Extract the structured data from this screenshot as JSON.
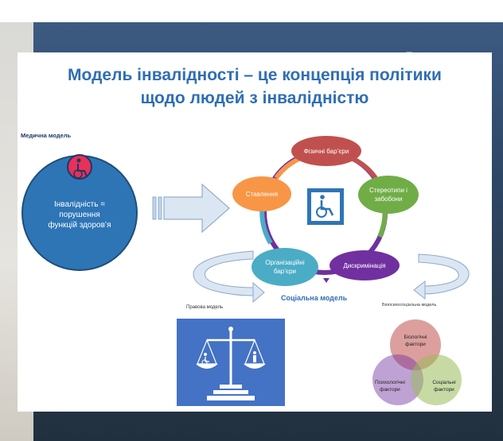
{
  "watermark": "Restream",
  "slide": {
    "title_line1": "Модель інвалідності – це концепція політики",
    "title_line2": "щодо людей з інвалідністю",
    "medical": {
      "label": "Медична модель",
      "circle_line1": "Інвалідність =",
      "circle_line2": "порушення",
      "circle_line3": "функцій здоров’я"
    },
    "social": {
      "label": "Соціальна модель",
      "nodes": {
        "physical_1": "Фізичні бар’єри",
        "stereotypes_1": "Стереотипи і",
        "stereotypes_2": "забобони",
        "discrimination_1": "Дискримінація",
        "organizational_1": "Організаційні",
        "organizational_2": "бар’єри",
        "attitude_1": "Ставлення"
      }
    },
    "legal_label": "Правова модель",
    "biopsycho_label": "Біопсихосоціальна модель",
    "venn": {
      "bio_1": "Біологічні",
      "bio_2": "фактори",
      "psy_1": "Психологічні",
      "psy_2": "фактори",
      "soc_1": "Соціальні",
      "soc_2": "фактори"
    }
  },
  "colors": {
    "title": "#2f6eb3",
    "medical_circle": "#2e75b6",
    "physical": "#c0504d",
    "stereotypes": "#70ad47",
    "discrimination": "#7030a0",
    "organizational": "#4bacc6",
    "attitude": "#f79646",
    "scales_bg": "#4472c4"
  },
  "icons": {
    "medical": "wheelchair-icon",
    "social": "wheelchair-icon",
    "scales": "scales-icon"
  }
}
